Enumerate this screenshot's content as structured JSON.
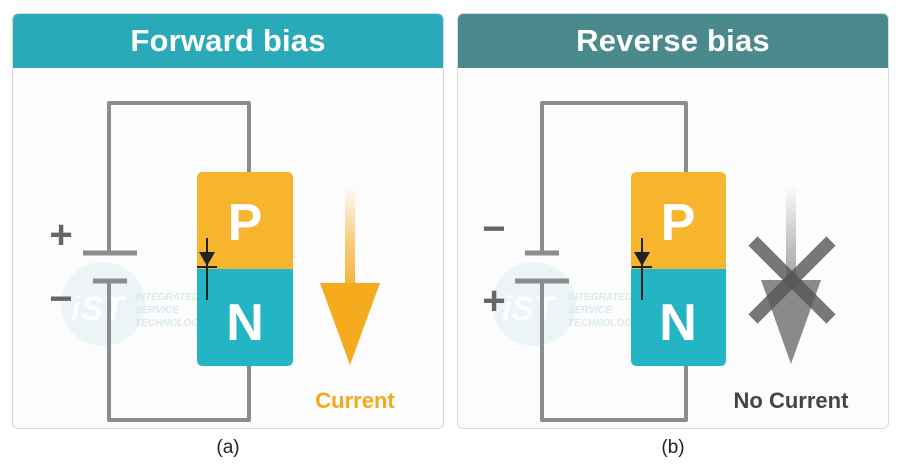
{
  "panels": [
    {
      "id": "a",
      "title": "Forward bias",
      "header_color": "#2aa9b8",
      "battery_top_sign": "+",
      "battery_bottom_sign": "−",
      "p_label": "P",
      "n_label": "N",
      "flow_label": "Current",
      "flow_color": "#f5a91c",
      "caption": "(a)",
      "watermark": {
        "line1": "INTEGRATED",
        "line2": "SERVICE",
        "line3": "TECHNOLOGY",
        "logo": "iST"
      }
    },
    {
      "id": "b",
      "title": "Reverse bias",
      "header_color": "#4a8a8d",
      "battery_top_sign": "−",
      "battery_bottom_sign": "+",
      "p_label": "P",
      "n_label": "N",
      "flow_label": "No Current",
      "flow_color": "#444444",
      "caption": "(b)",
      "watermark": {
        "line1": "INTEGRATED",
        "line2": "SERVICE",
        "line3": "TECHNOLOGY",
        "logo": "iST"
      }
    }
  ],
  "colors": {
    "p_region": "#f6b52c",
    "n_region": "#24b5c4",
    "wire": "#8c8c8c",
    "sign": "#666666"
  }
}
